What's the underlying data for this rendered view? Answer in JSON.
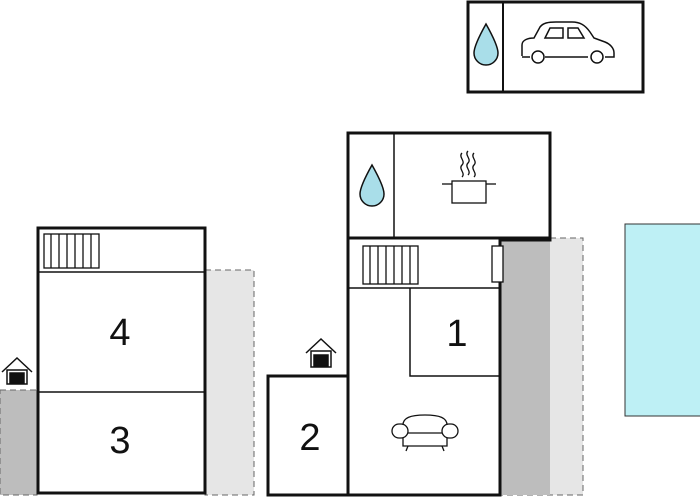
{
  "rooms": {
    "room_1": {
      "label": "1"
    },
    "room_2": {
      "label": "2"
    },
    "room_3": {
      "label": "3"
    },
    "room_4": {
      "label": "4"
    }
  },
  "icons": {
    "parking_water": "water-drop-icon",
    "parking_car": "car-icon",
    "bathroom_water": "water-drop-icon",
    "kitchen": "cooking-pot-icon",
    "radiators": "radiator-icon",
    "sofa": "sofa-icon",
    "entrances": "entrance-house-icon",
    "cupboard": "cupboard-icon"
  },
  "colors": {
    "water": "#A9DEE9",
    "pool": "#BEF0F5",
    "terrace": "#E6E6E6",
    "walkway": "#BDBDBD",
    "wall": "#111111"
  }
}
